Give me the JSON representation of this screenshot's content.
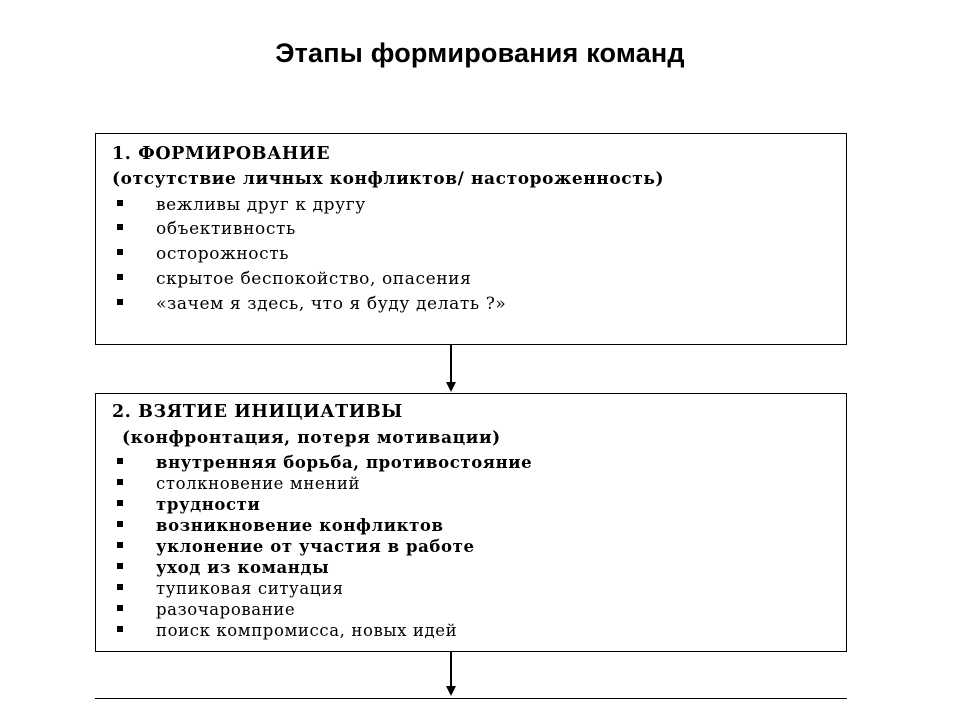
{
  "title": "Этапы формирования команд",
  "stages": [
    {
      "heading": "1.   ФОРМИРОВАНИЕ",
      "subheading": "(отсутствие личных конфликтов/ настороженность)",
      "items": [
        "вежливы друг к другу",
        "объективность",
        "осторожность",
        "скрытое беспокойство, опасения",
        "«зачем я здесь, что я буду делать ?»"
      ]
    },
    {
      "heading": "2. ВЗЯТИЕ ИНИЦИАТИВЫ",
      "subheading": "(конфронтация, потеря мотивации)",
      "items": [
        "внутренняя борьба, противостояние",
        "столкновение мнений",
        "трудности",
        "возникновение конфликтов",
        "уклонение от участия в работе",
        "уход из команды",
        "тупиковая ситуация",
        "разочарование",
        "поиск компромисса, новых идей"
      ]
    }
  ]
}
